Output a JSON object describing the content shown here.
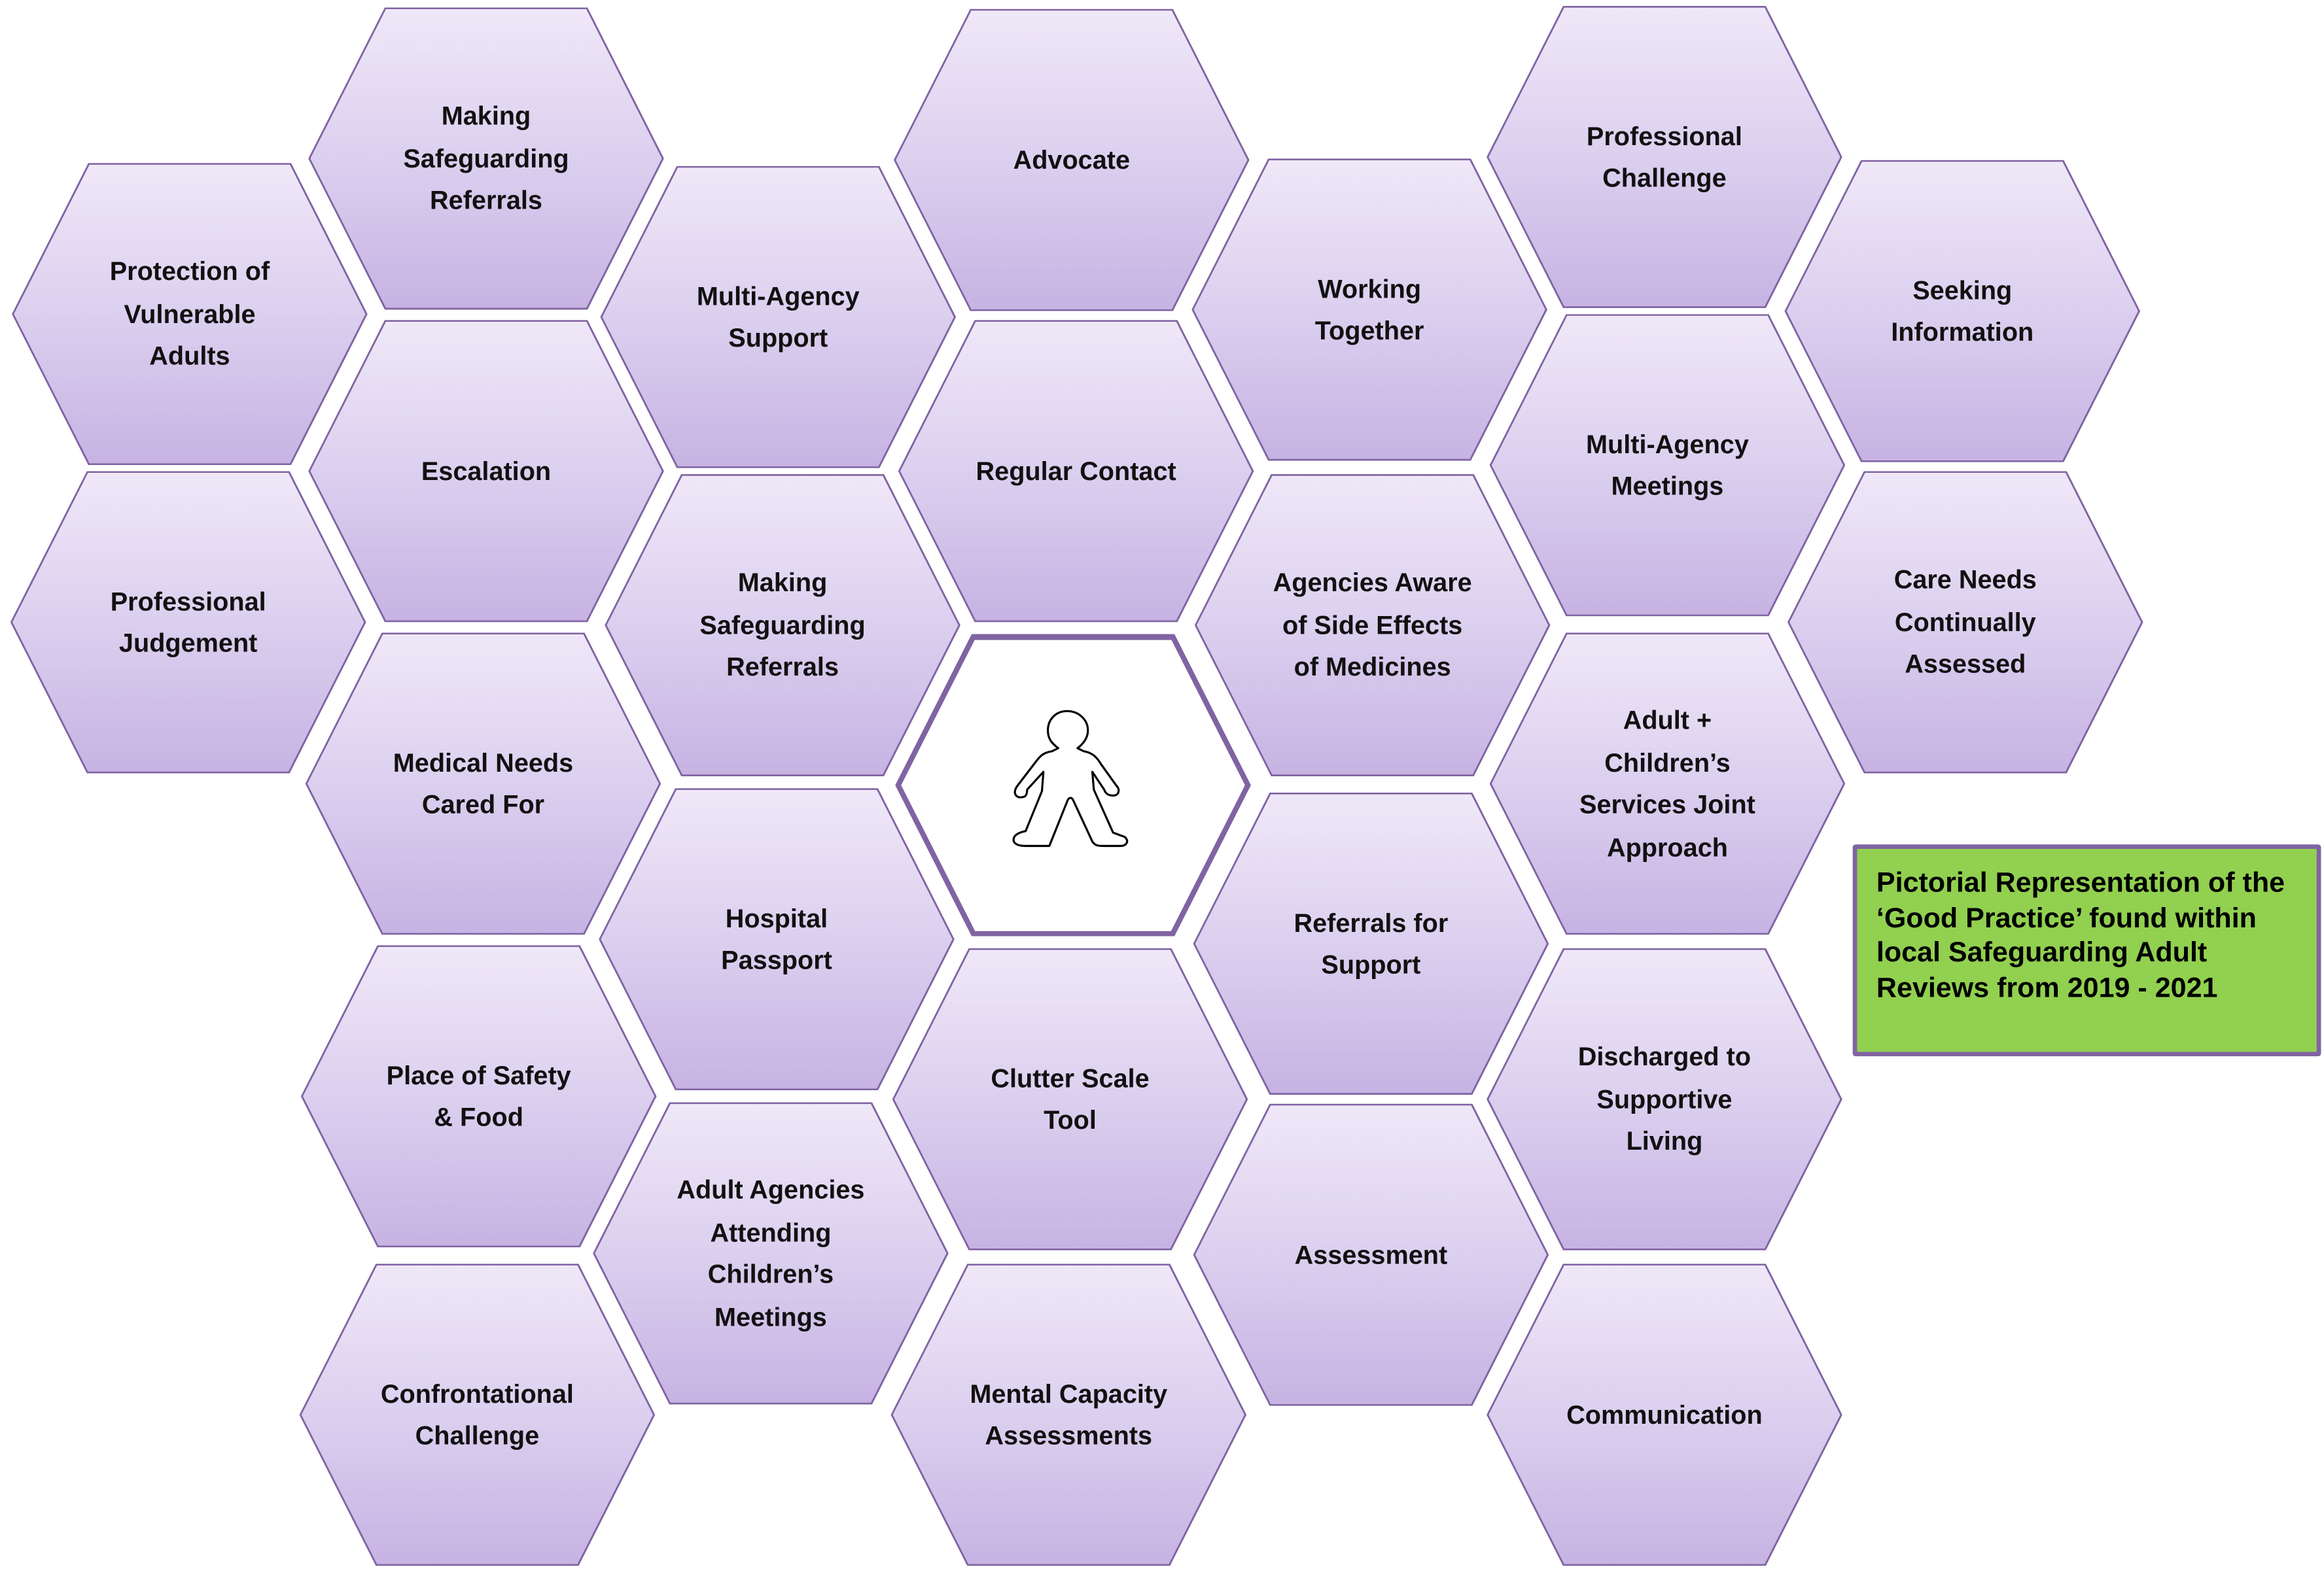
{
  "title_box": {
    "text": "Pictorial Representation of the ‘Good Practice’ found within local Safeguarding Adult Reviews from 2019 - 2021"
  },
  "center": {
    "icon": "person-outline-icon"
  },
  "colors": {
    "hex_border": "#8064a2",
    "hex_fill_top": "#efe8f8",
    "hex_fill_bottom": "#c7b3e3",
    "note_fill": "#92d050"
  },
  "hexagons": [
    {
      "lines": [
        "Making",
        "Safeguarding",
        "Referrals"
      ]
    },
    {
      "lines": [
        "Protection of",
        "Vulnerable",
        "Adults"
      ]
    },
    {
      "lines": [
        "Multi-Agency",
        "Support"
      ]
    },
    {
      "lines": [
        "Advocate"
      ]
    },
    {
      "lines": [
        "Working",
        "Together"
      ]
    },
    {
      "lines": [
        "Professional",
        "Challenge"
      ]
    },
    {
      "lines": [
        "Seeking",
        "Information"
      ]
    },
    {
      "lines": [
        "Escalation"
      ]
    },
    {
      "lines": [
        "Professional",
        "Judgement"
      ]
    },
    {
      "lines": [
        "Regular Contact"
      ]
    },
    {
      "lines": [
        "Making",
        "Safeguarding",
        "Referrals"
      ]
    },
    {
      "lines": [
        "Multi-Agency",
        "Meetings"
      ]
    },
    {
      "lines": [
        "Agencies Aware",
        "of Side Effects",
        "of Medicines"
      ]
    },
    {
      "lines": [
        "Care Needs",
        "Continually",
        "Assessed"
      ]
    },
    {
      "lines": [
        "Medical Needs",
        "Cared For"
      ]
    },
    {
      "lines": [
        "Adult +",
        "Children’s",
        "Services Joint",
        "Approach"
      ]
    },
    {
      "lines": [
        "Hospital",
        "Passport"
      ]
    },
    {
      "lines": [
        "Referrals for",
        "Support"
      ]
    },
    {
      "lines": [
        "Place of Safety",
        "& Food"
      ]
    },
    {
      "lines": [
        "Clutter Scale",
        "Tool"
      ]
    },
    {
      "lines": [
        "Discharged to",
        "Supportive",
        "Living"
      ]
    },
    {
      "lines": [
        "Adult Agencies",
        "Attending",
        "Children’s",
        "Meetings"
      ]
    },
    {
      "lines": [
        "Assessment"
      ]
    },
    {
      "lines": [
        "Confrontational",
        "Challenge"
      ]
    },
    {
      "lines": [
        "Mental Capacity",
        "Assessments"
      ]
    },
    {
      "lines": [
        "Communication"
      ]
    }
  ]
}
